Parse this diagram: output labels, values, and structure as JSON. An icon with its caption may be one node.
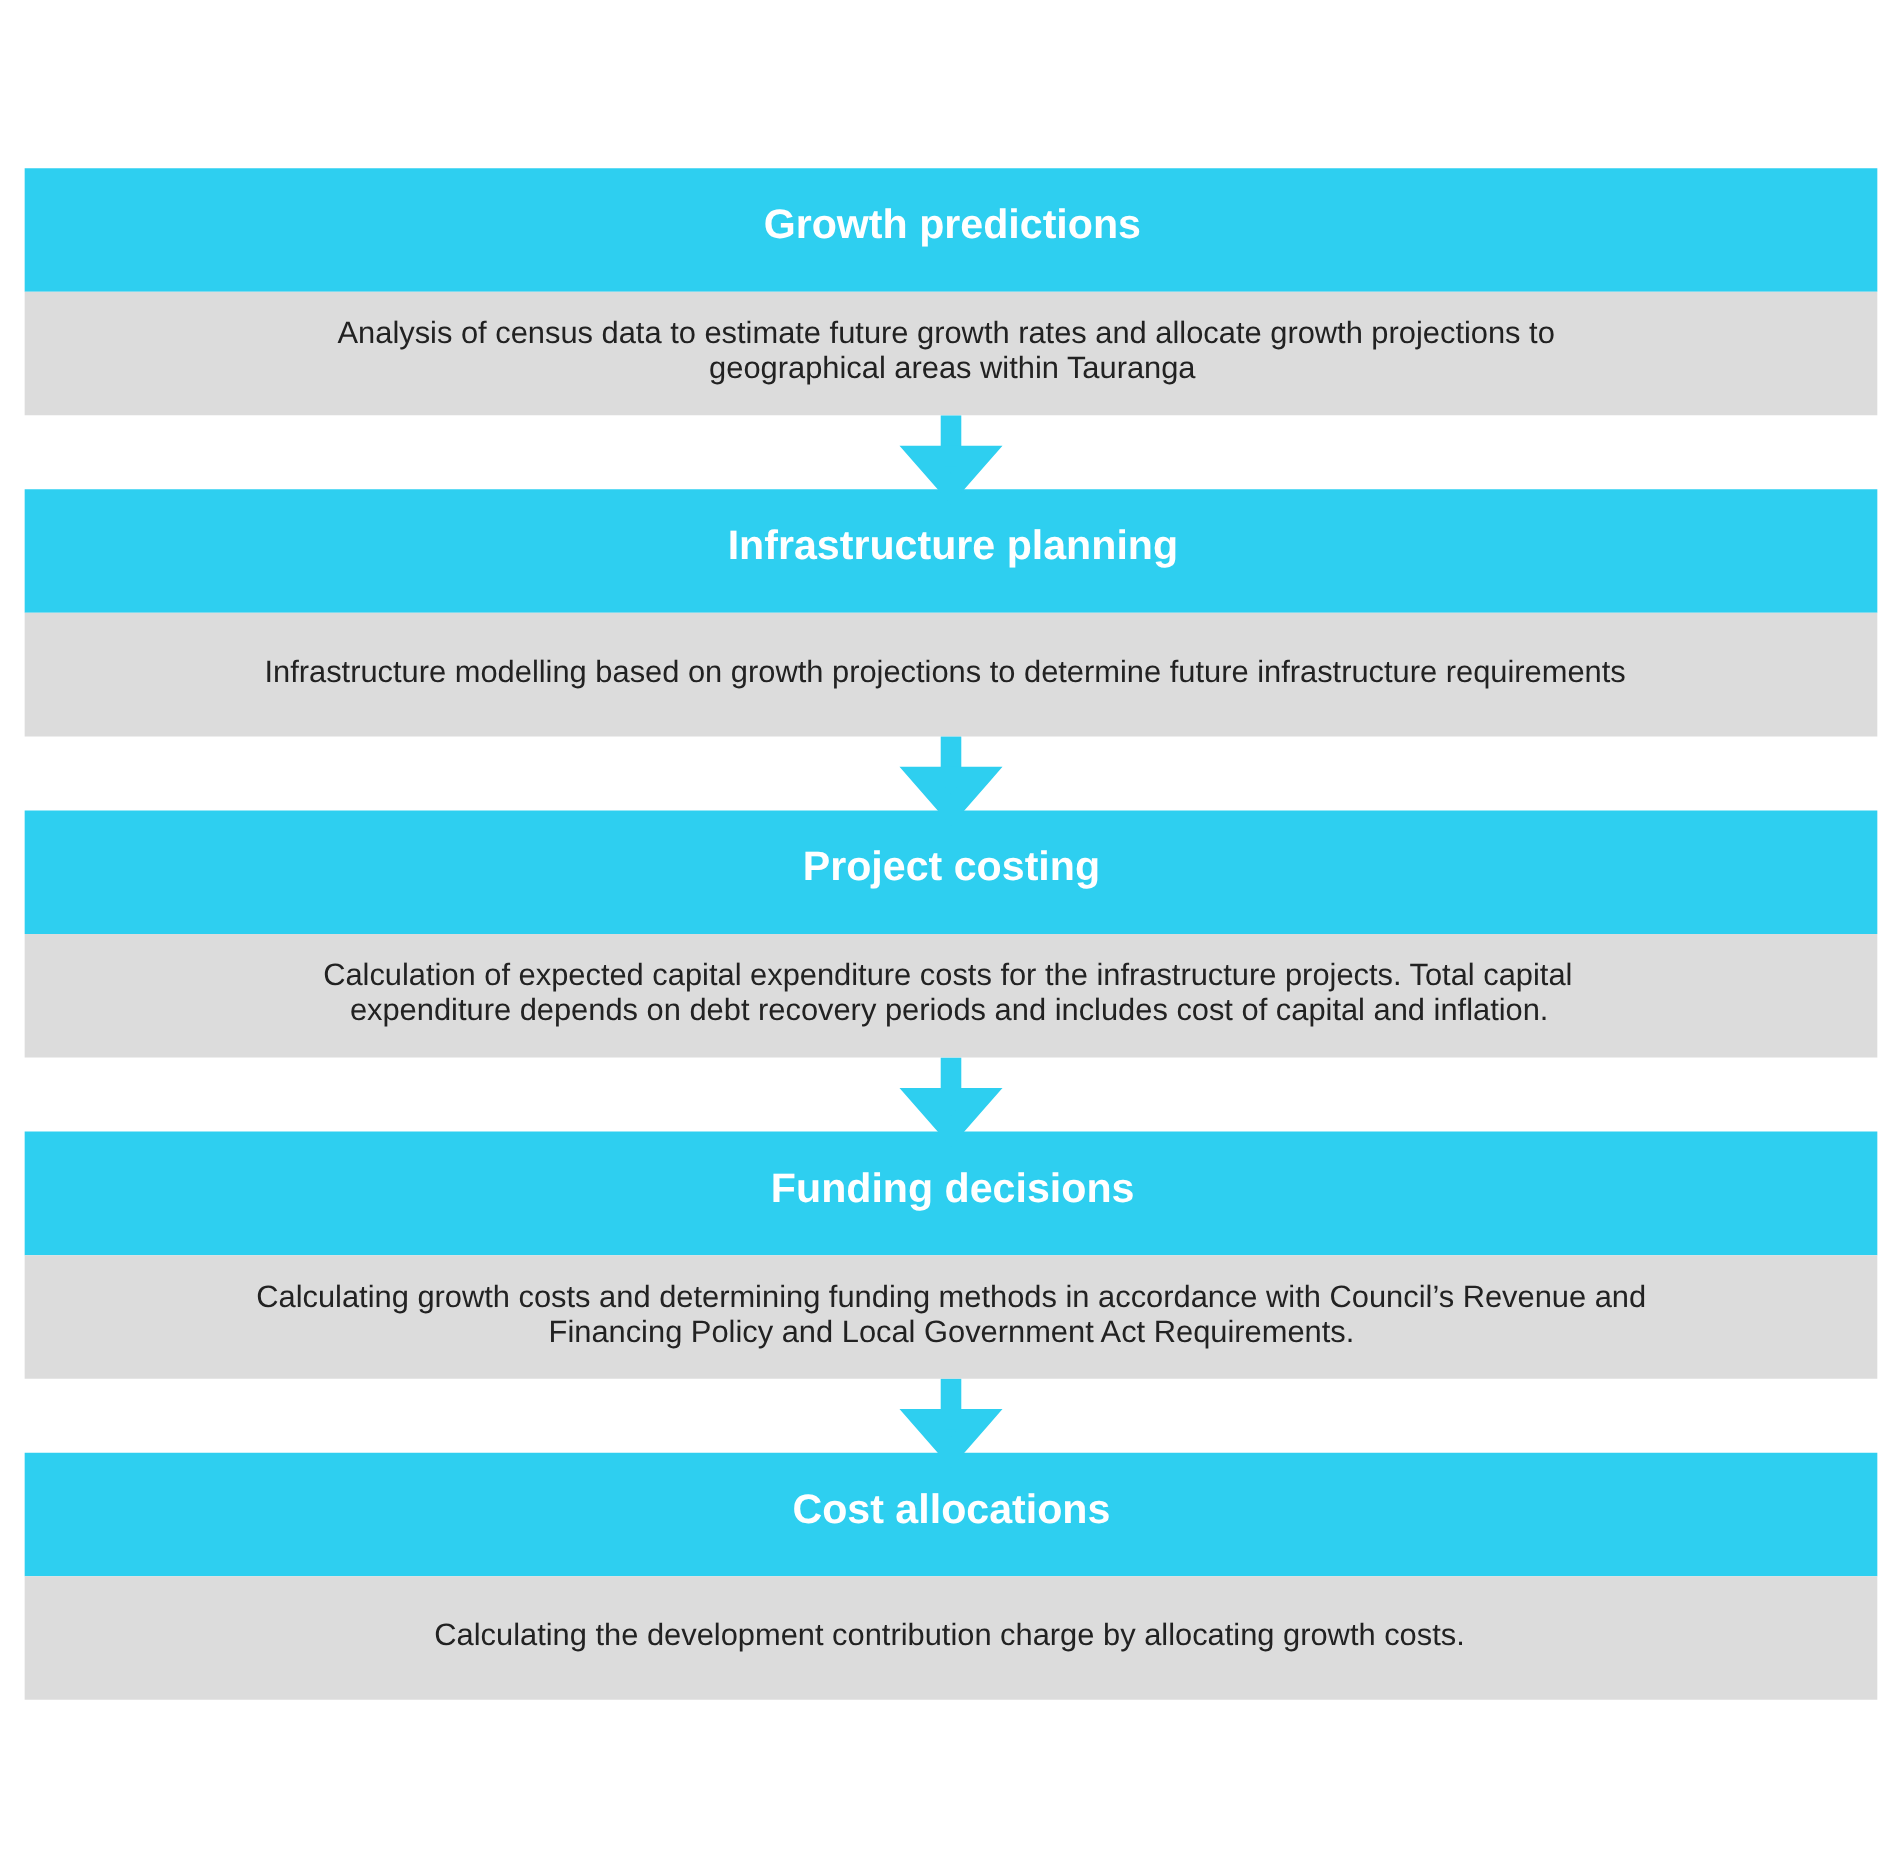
{
  "diagram": {
    "nodes": [
      {
        "text": [
          "Growth predictions",
          "Analysis of census data to estimate future growth rates and allocate growth projections to geographical areas within Tauranga"
        ]
      },
      {
        "text": [
          "Infrastructure planning",
          "Infrastructure modelling based on growth projections to determine future infrastructure requirements"
        ]
      },
      {
        "text": [
          "Project costing",
          "Calculation of expected capital expenditure costs for the infrastructure projects. Total capital expenditure depends on debt recovery periods and includes cost of capital and inflation."
        ]
      },
      {
        "text": [
          "Funding decisions",
          "Calculating growth costs and determining funding methods in accordance with Council’s Revenue and Financing Policy and Local Government Act Requirements."
        ]
      },
      {
        "text": [
          "Cost allocations",
          "Calculating the development contribution charge by allocating growth costs."
        ]
      }
    ],
    "edges": [
      {
        "from": 0,
        "to": 1,
        "arrow": "to"
      },
      {
        "from": 1,
        "to": 2,
        "arrow": "to"
      },
      {
        "from": 2,
        "to": 3,
        "arrow": "to"
      },
      {
        "from": 3,
        "to": 4,
        "arrow": "to"
      }
    ]
  }
}
